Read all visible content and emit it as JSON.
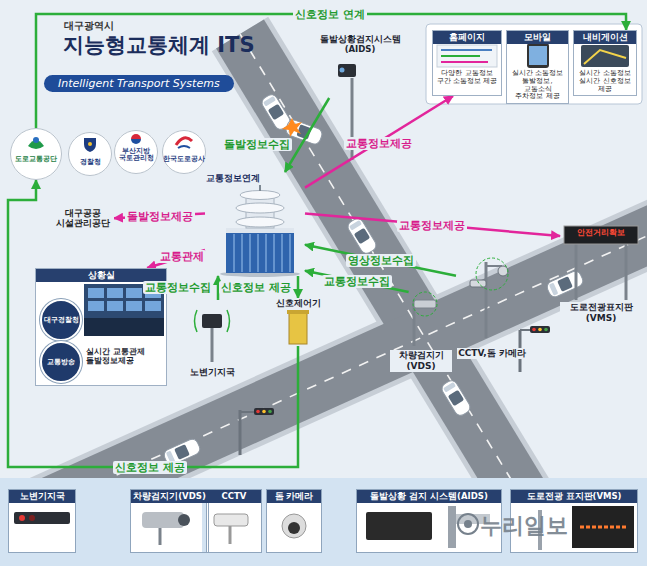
{
  "diagram": {
    "title": "지능형교통체계 ITS",
    "nodes": [
      {
        "text": [
          "도로교통공단"
        ]
      },
      {
        "text": [
          "경찰청"
        ]
      },
      {
        "text": [
          "부산지방 국토관리청"
        ]
      },
      {
        "text": [
          "한국도로공사"
        ]
      },
      {
        "text": [
          "홈페이지",
          "다양한 교통정보 구간 소통정보 제공"
        ]
      },
      {
        "text": [
          "모바일",
          "실시간 소통정보 돌발정보, 교통소식 주차정보 제공"
        ]
      },
      {
        "text": [
          "내비게이션",
          "실시간 소통정보 실시간 신호정보 제공"
        ]
      },
      {
        "text": [
          "교통정보연계"
        ]
      },
      {
        "text": [
          "대구공공 시설관리공단"
        ]
      },
      {
        "text": [
          "상황실",
          "실시간 교통관제 돌발정보제공"
        ]
      },
      {
        "text": [
          "대구경찰청"
        ],
        "in": 9
      },
      {
        "text": [
          "교통방송"
        ],
        "in": 9
      },
      {
        "text": [
          "돌발상황검지시스템 (AIDS)"
        ]
      },
      {
        "text": [
          "노변기지국"
        ]
      },
      {
        "text": [
          "신호제어기"
        ]
      },
      {
        "text": [
          "차량검지기 (VDS)"
        ]
      },
      {
        "text": [
          "CCTV,돔 카메라"
        ]
      },
      {
        "text": [
          "안전거리확보",
          "도로전광표지판 (VMS)"
        ]
      },
      {
        "text": [
          "노변기지국"
        ]
      },
      {
        "text": [
          "차량검지기(VDS)"
        ]
      },
      {
        "text": [
          "CCTV"
        ]
      },
      {
        "text": [
          "돔 카메라"
        ]
      },
      {
        "text": [
          "돌발상황 검지 시스템(AIDS)"
        ]
      },
      {
        "text": [
          "도로전광 표지판(VMS)"
        ]
      }
    ],
    "edges": [
      {
        "from": 0,
        "to": 6,
        "label": "신호정보 연계",
        "arrow": "to"
      },
      {
        "from": 14,
        "to": 0,
        "label": "신호정보 제공",
        "arrow": "to"
      },
      {
        "from": 7,
        "to": 14,
        "label": "신호정보 제공",
        "arrow": "to"
      },
      {
        "from": 12,
        "to": 7,
        "label": "돌발정보수집",
        "arrow": "to"
      },
      {
        "from": 7,
        "to": 4,
        "label": "교통정보제공",
        "arrow": "to"
      },
      {
        "from": 7,
        "to": 17,
        "label": "교통정보제공",
        "arrow": "to"
      },
      {
        "from": 7,
        "to": 8,
        "label": "돌발정보제공",
        "arrow": "to"
      },
      {
        "from": 7,
        "to": 9,
        "label": "교통관제",
        "arrow": "to"
      },
      {
        "from": 13,
        "to": 7,
        "label": "교통정보수집",
        "arrow": "to"
      },
      {
        "from": 15,
        "to": 7,
        "label": "교통정보수집",
        "arrow": "to"
      },
      {
        "from": 16,
        "to": 7,
        "label": "영상정보수집",
        "arrow": "to"
      }
    ],
    "labels": [
      "대구광역시",
      "Intelligent Transport Systems",
      "누리일보"
    ]
  }
}
